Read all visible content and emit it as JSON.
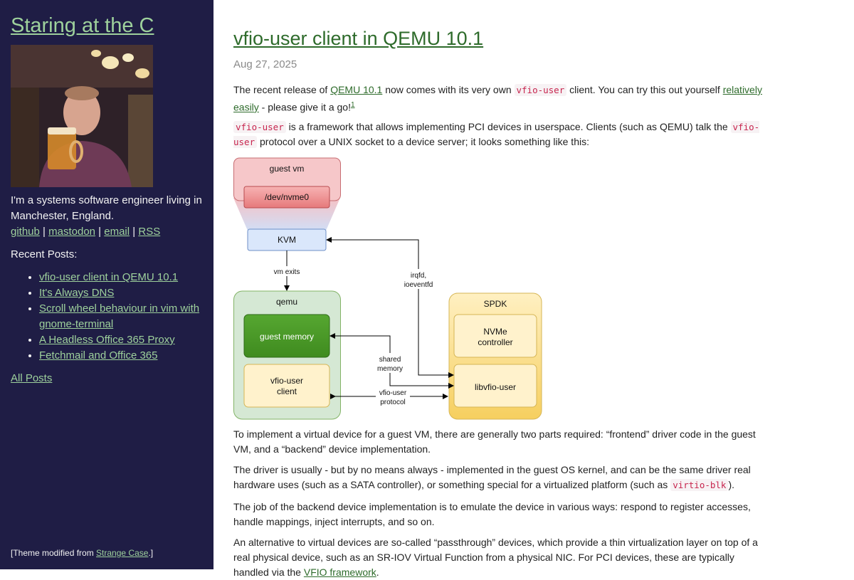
{
  "sidebar": {
    "site_title": "Staring at the C",
    "bio": "I'm a systems software engineer living in Manchester, England.",
    "links": [
      {
        "label": "github"
      },
      {
        "label": "mastodon"
      },
      {
        "label": "email"
      },
      {
        "label": "RSS"
      }
    ],
    "separator": "|",
    "recent_title": "Recent Posts:",
    "recent_posts": [
      "vfio-user client in QEMU 10.1",
      "It's Always DNS",
      "Scroll wheel behaviour in vim with gnome-terminal",
      "A Headless Office 365 Proxy",
      "Fetchmail and Office 365"
    ],
    "all_posts": "All Posts",
    "theme_prefix": "[Theme modified from ",
    "theme_link": "Strange Case",
    "theme_suffix": ".]"
  },
  "post": {
    "title": "vfio-user client in QEMU 10.1",
    "date": "Aug 27, 2025",
    "p1": {
      "t1": "The recent release of ",
      "link1": "QEMU 10.1",
      "t2": " now comes with its very own ",
      "code1": "vfio-user",
      "t3": " client. You can try this out yourself ",
      "link2": "relatively easily",
      "t4": " - please give it a go!",
      "footnote": "1"
    },
    "p2": {
      "code1": "vfio-user",
      "t1": " is a framework that allows implementing PCI devices in userspace. Clients (such as QEMU) talk the ",
      "code2": "vfio-user",
      "t2": " protocol over a UNIX socket to a device server; it looks something like this:"
    },
    "p3": "To implement a virtual device for a guest VM, there are generally two parts required: “frontend” driver code in the guest VM, and a “backend” device implementation.",
    "p4": {
      "t1": "The driver is usually - but by no means always - implemented in the guest OS kernel, and can be the same driver real hardware uses (such as a SATA controller), or something special for a virtualized platform (such as ",
      "code1": "virtio-blk",
      "t2": ")."
    },
    "p5": "The job of the backend device implementation is to emulate the device in various ways: respond to register accesses, handle mappings, inject interrupts, and so on.",
    "p6": {
      "t1": "An alternative to virtual devices are so-called “passthrough” devices, which provide a thin virtualization layer on top of a real physical device, such as an SR-IOV Virtual Function from a physical NIC. For PCI devices, these are typically handled via the ",
      "link1": "VFIO framework",
      "t2": "."
    }
  },
  "diagram": {
    "guest_vm": "guest vm",
    "dev_nvme": "/dev/nvme0",
    "kvm": "KVM",
    "vm_exits": "vm exits",
    "irqfd_1": "irqfd,",
    "irqfd_2": "ioeventfd",
    "qemu": "qemu",
    "guest_memory": "guest memory",
    "vfio_client_1": "vfio-user",
    "vfio_client_2": "client",
    "shared_1": "shared",
    "shared_2": "memory",
    "proto_1": "vfio-user",
    "proto_2": "protocol",
    "spdk": "SPDK",
    "nvme_1": "NVMe",
    "nvme_2": "controller",
    "libvfio": "libvfio-user"
  },
  "colors": {
    "sidebar_bg": "#1f1d45",
    "link_green": "#2e6b2b",
    "sidebar_link": "#9ed19c"
  }
}
